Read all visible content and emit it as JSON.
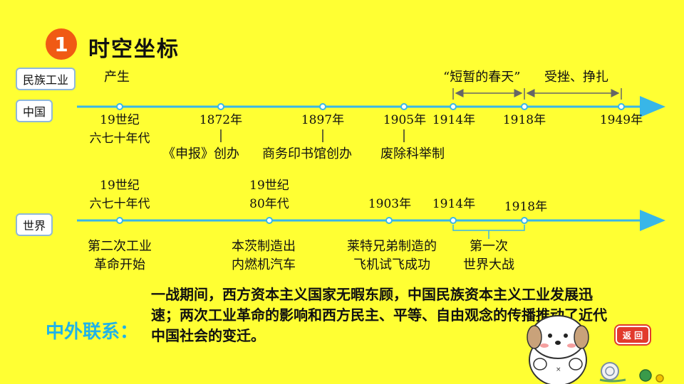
{
  "header": {
    "number": "1",
    "title": "时空坐标"
  },
  "tags": {
    "industry": "民族工业",
    "china": "中国",
    "world": "世界"
  },
  "china_top": {
    "origin": "产生",
    "spring": "“短暂的春天”",
    "setback": "受挫、挣扎"
  },
  "china_years": [
    "19世纪\n六七十年代",
    "1872年",
    "1897年",
    "1905年",
    "1914年",
    "1918年",
    "1949年"
  ],
  "china_events": [
    "《申报》创办",
    "商务印书馆创办",
    "废除科举制"
  ],
  "world_years": [
    "19世纪\n六七十年代",
    "19世纪\n80年代",
    "1903年",
    "1914年",
    "1918年"
  ],
  "world_events": [
    "第二次工业\n革命开始",
    "本茨制造出\n内燃机汽车",
    "莱特兄弟制造的\n飞机试飞成功",
    "第一次\n世界大战"
  ],
  "summary_label": "中外联系：",
  "summary_text": "一战期间，西方资本主义国家无暇东顾，中国民族资本主义工业发展迅速；两次工业革命的影响和西方民主、平等、自由观念的传播推动了近代中国社会的变迁。",
  "back_label": "返 回",
  "colors": {
    "background": "#ffff33",
    "timeline": "#38b6e8",
    "badge": "#f05a14",
    "accent_text": "#1fb3e8",
    "back_button": "#e23a2c"
  }
}
